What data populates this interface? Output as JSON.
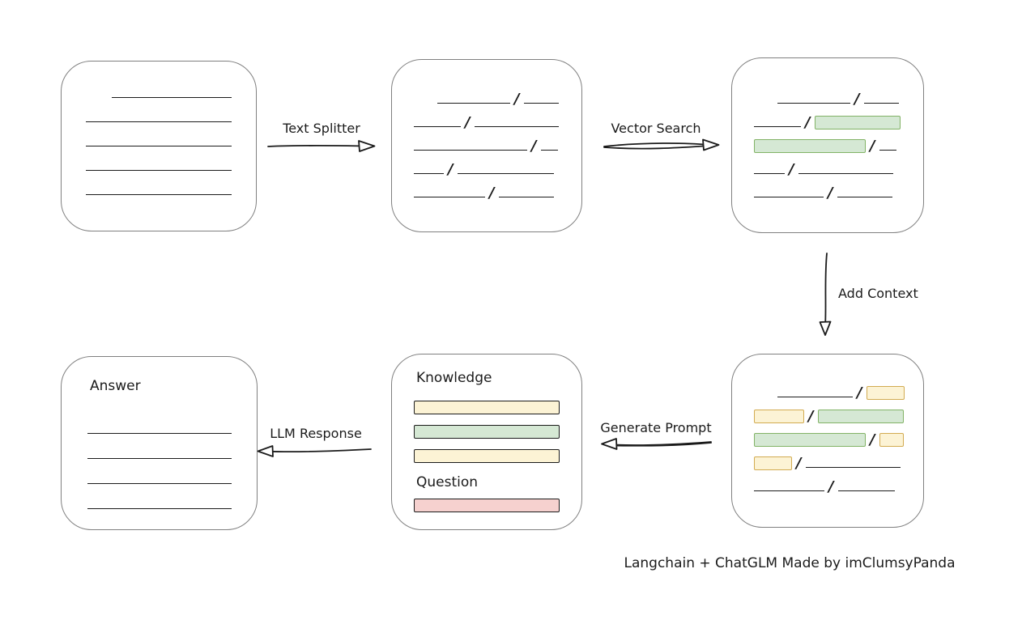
{
  "caption": "Langchain + ChatGLM Made by imClumsyPanda",
  "slash": "/",
  "colors": {
    "ink": "#1b1b1b",
    "box_border": "#808080",
    "green_fill": "#d5e8d4",
    "green_border": "#82b366",
    "yellow_fill": "#fcf3d5",
    "yellow_border": "#d2ab51",
    "red_fill": "#f6d1cf",
    "red_border": "#b25350"
  },
  "arrows": {
    "text_splitter": {
      "label": "Text Splitter",
      "direction": "right"
    },
    "vector_search": {
      "label": "Vector Search",
      "direction": "right"
    },
    "add_context": {
      "label": "Add Context",
      "direction": "down"
    },
    "generate_prompt": {
      "label": "Generate Prompt",
      "direction": "left"
    },
    "llm_response": {
      "label": "LLM Response",
      "direction": "left"
    }
  },
  "boxes": {
    "document": {
      "rows": [
        [
          {
            "t": "line",
            "w": 148,
            "ml": 32
          }
        ],
        [
          {
            "t": "line",
            "w": 180
          }
        ],
        [
          {
            "t": "line",
            "w": 180
          }
        ],
        [
          {
            "t": "line",
            "w": 180
          }
        ],
        [
          {
            "t": "line",
            "w": 180
          }
        ]
      ]
    },
    "chunks": {
      "rows": [
        [
          {
            "t": "line",
            "w": 90,
            "ml": 29
          },
          {
            "t": "slash"
          },
          {
            "t": "line",
            "w": 43
          }
        ],
        [
          {
            "t": "line",
            "w": 58
          },
          {
            "t": "slash"
          },
          {
            "t": "line",
            "w": 104
          }
        ],
        [
          {
            "t": "line",
            "w": 140
          },
          {
            "t": "slash"
          },
          {
            "t": "line",
            "w": 21
          }
        ],
        [
          {
            "t": "line",
            "w": 37
          },
          {
            "t": "slash"
          },
          {
            "t": "line",
            "w": 119
          }
        ],
        [
          {
            "t": "line",
            "w": 88
          },
          {
            "t": "slash"
          },
          {
            "t": "line",
            "w": 68
          }
        ]
      ]
    },
    "matched": {
      "rows": [
        [
          {
            "t": "line",
            "w": 90,
            "ml": 29
          },
          {
            "t": "slash"
          },
          {
            "t": "line",
            "w": 43
          }
        ],
        [
          {
            "t": "line",
            "w": 58
          },
          {
            "t": "slash"
          },
          {
            "t": "chip",
            "c": "green",
            "w": 106
          }
        ],
        [
          {
            "t": "chip",
            "c": "green",
            "w": 138
          },
          {
            "t": "slash"
          },
          {
            "t": "line",
            "w": 21
          }
        ],
        [
          {
            "t": "line",
            "w": 38
          },
          {
            "t": "slash"
          },
          {
            "t": "line",
            "w": 117
          }
        ],
        [
          {
            "t": "line",
            "w": 86
          },
          {
            "t": "slash"
          },
          {
            "t": "line",
            "w": 68
          }
        ]
      ]
    },
    "context": {
      "rows": [
        [
          {
            "t": "line",
            "w": 93,
            "ml": 29
          },
          {
            "t": "slash"
          },
          {
            "t": "chip",
            "c": "yellow",
            "w": 47
          }
        ],
        [
          {
            "t": "chip",
            "c": "yellow",
            "w": 62
          },
          {
            "t": "slash"
          },
          {
            "t": "chip",
            "c": "green",
            "w": 106
          }
        ],
        [
          {
            "t": "chip",
            "c": "green",
            "w": 138
          },
          {
            "t": "slash"
          },
          {
            "t": "chip",
            "c": "yellow",
            "w": 30
          }
        ],
        [
          {
            "t": "chip",
            "c": "yellow",
            "w": 47
          },
          {
            "t": "slash"
          },
          {
            "t": "line",
            "w": 117
          }
        ],
        [
          {
            "t": "line",
            "w": 87
          },
          {
            "t": "slash"
          },
          {
            "t": "line",
            "w": 70
          }
        ]
      ]
    },
    "prompt": {
      "knowledge_label": "Knowledge",
      "knowledge_bars": [
        "yellow",
        "green",
        "yellow"
      ],
      "question_label": "Question",
      "question_bars": [
        "red"
      ]
    },
    "answer": {
      "label": "Answer",
      "line_count": 4
    }
  }
}
